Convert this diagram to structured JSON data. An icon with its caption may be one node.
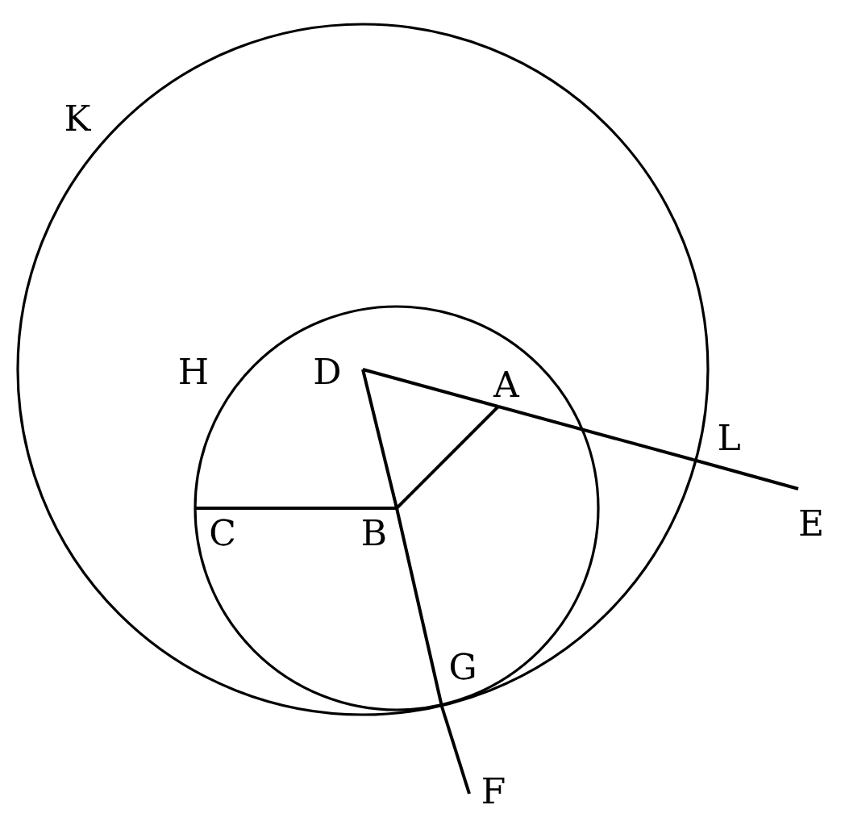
{
  "diagram": {
    "nodes": [
      {
        "text": [
          "D"
        ]
      },
      {
        "text": [
          "A"
        ]
      },
      {
        "text": [
          "L"
        ]
      },
      {
        "text": [
          "C"
        ]
      },
      {
        "text": [
          "B"
        ]
      },
      {
        "text": [
          "E"
        ]
      },
      {
        "text": [
          "G"
        ]
      },
      {
        "text": [
          "F"
        ]
      }
    ],
    "edges": [
      {
        "from": 0,
        "to": 1,
        "arrow": "none"
      },
      {
        "from": 1,
        "to": 2,
        "arrow": "none"
      },
      {
        "from": 2,
        "to": 5,
        "arrow": "none"
      },
      {
        "from": 0,
        "to": 4,
        "arrow": "none"
      },
      {
        "from": 4,
        "to": 6,
        "arrow": "none"
      },
      {
        "from": 6,
        "to": 7,
        "arrow": "none"
      },
      {
        "from": 3,
        "to": 4,
        "arrow": "none"
      },
      {
        "from": 4,
        "to": 1,
        "arrow": "none"
      }
    ],
    "labels": [
      "K",
      "H"
    ]
  }
}
